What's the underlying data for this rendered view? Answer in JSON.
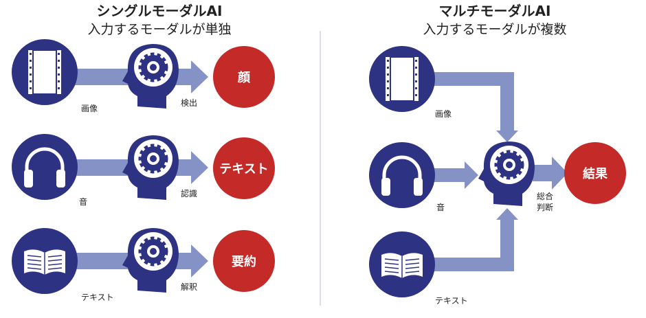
{
  "colors": {
    "navy": "#2e3282",
    "arrow": "#8592c6",
    "red": "#c42a28",
    "divider": "#d0d4e0"
  },
  "single": {
    "title": "シングルモーダルAI",
    "subtitle": "入力するモーダルが単独",
    "rows": [
      {
        "input_icon": "film-icon",
        "input_label": "画像",
        "process_label": "検出",
        "output": "顔"
      },
      {
        "input_icon": "headphones-icon",
        "input_label": "音",
        "process_label": "認識",
        "output": "テキスト"
      },
      {
        "input_icon": "book-icon",
        "input_label": "テキスト",
        "process_label": "解釈",
        "output": "要約"
      }
    ]
  },
  "multi": {
    "title": "マルチモーダルAI",
    "subtitle": "入力するモーダルが複数",
    "inputs": [
      {
        "icon": "film-icon",
        "label": "画像"
      },
      {
        "icon": "headphones-icon",
        "label": "音"
      },
      {
        "icon": "book-icon",
        "label": "テキスト"
      }
    ],
    "process_label_1": "総合",
    "process_label_2": "判断",
    "output": "結果"
  }
}
